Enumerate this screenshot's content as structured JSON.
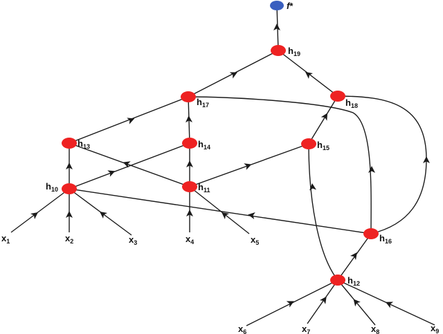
{
  "nodes": {
    "f": {
      "base": "f",
      "sub": "",
      "sup": "*"
    },
    "h19": {
      "base": "h",
      "sub": "19",
      "sup": ""
    },
    "h17": {
      "base": "h",
      "sub": "17",
      "sup": ""
    },
    "h18": {
      "base": "h",
      "sub": "18",
      "sup": ""
    },
    "h13": {
      "base": "h",
      "sub": "13",
      "sup": ""
    },
    "h14": {
      "base": "h",
      "sub": "14",
      "sup": ""
    },
    "h15": {
      "base": "h",
      "sub": "15",
      "sup": ""
    },
    "h10": {
      "base": "h",
      "sub": "10",
      "sup": ""
    },
    "h11": {
      "base": "h",
      "sub": "11",
      "sup": ""
    },
    "h16": {
      "base": "h",
      "sub": "16",
      "sup": ""
    },
    "h12": {
      "base": "h",
      "sub": "12",
      "sup": ""
    },
    "x1": {
      "base": "x",
      "sub": "1",
      "sup": ""
    },
    "x2": {
      "base": "x",
      "sub": "2",
      "sup": ""
    },
    "x3": {
      "base": "x",
      "sub": "3",
      "sup": ""
    },
    "x4": {
      "base": "x",
      "sub": "4",
      "sup": ""
    },
    "x5": {
      "base": "x",
      "sub": "5",
      "sup": ""
    },
    "x6": {
      "base": "x",
      "sub": "6",
      "sup": ""
    },
    "x7": {
      "base": "x",
      "sub": "7",
      "sup": ""
    },
    "x8": {
      "base": "x",
      "sub": "8",
      "sup": ""
    },
    "x9": {
      "base": "x",
      "sub": "9",
      "sup": ""
    }
  },
  "edges": [
    {
      "from": "x1",
      "to": "h10"
    },
    {
      "from": "x2",
      "to": "h10"
    },
    {
      "from": "x3",
      "to": "h10"
    },
    {
      "from": "x4",
      "to": "h11"
    },
    {
      "from": "x5",
      "to": "h11"
    },
    {
      "from": "x6",
      "to": "h12"
    },
    {
      "from": "x7",
      "to": "h12"
    },
    {
      "from": "x8",
      "to": "h12"
    },
    {
      "from": "x9",
      "to": "h12"
    },
    {
      "from": "h10",
      "to": "h13"
    },
    {
      "from": "h10",
      "to": "h14"
    },
    {
      "from": "h11",
      "to": "h13"
    },
    {
      "from": "h11",
      "to": "h14"
    },
    {
      "from": "h11",
      "to": "h15"
    },
    {
      "from": "h16",
      "to": "h10"
    },
    {
      "from": "h12",
      "to": "h16"
    },
    {
      "from": "h12",
      "to": "h15"
    },
    {
      "from": "h13",
      "to": "h17"
    },
    {
      "from": "h14",
      "to": "h17"
    },
    {
      "from": "h16",
      "to": "h17"
    },
    {
      "from": "h15",
      "to": "h18"
    },
    {
      "from": "h16",
      "to": "h18"
    },
    {
      "from": "h17",
      "to": "h19"
    },
    {
      "from": "h18",
      "to": "h19"
    },
    {
      "from": "h19",
      "to": "f"
    }
  ],
  "colors": {
    "hidden_node": "#ee2222",
    "output_node": "#3a5fbf",
    "edge": "#1a1a1a"
  }
}
